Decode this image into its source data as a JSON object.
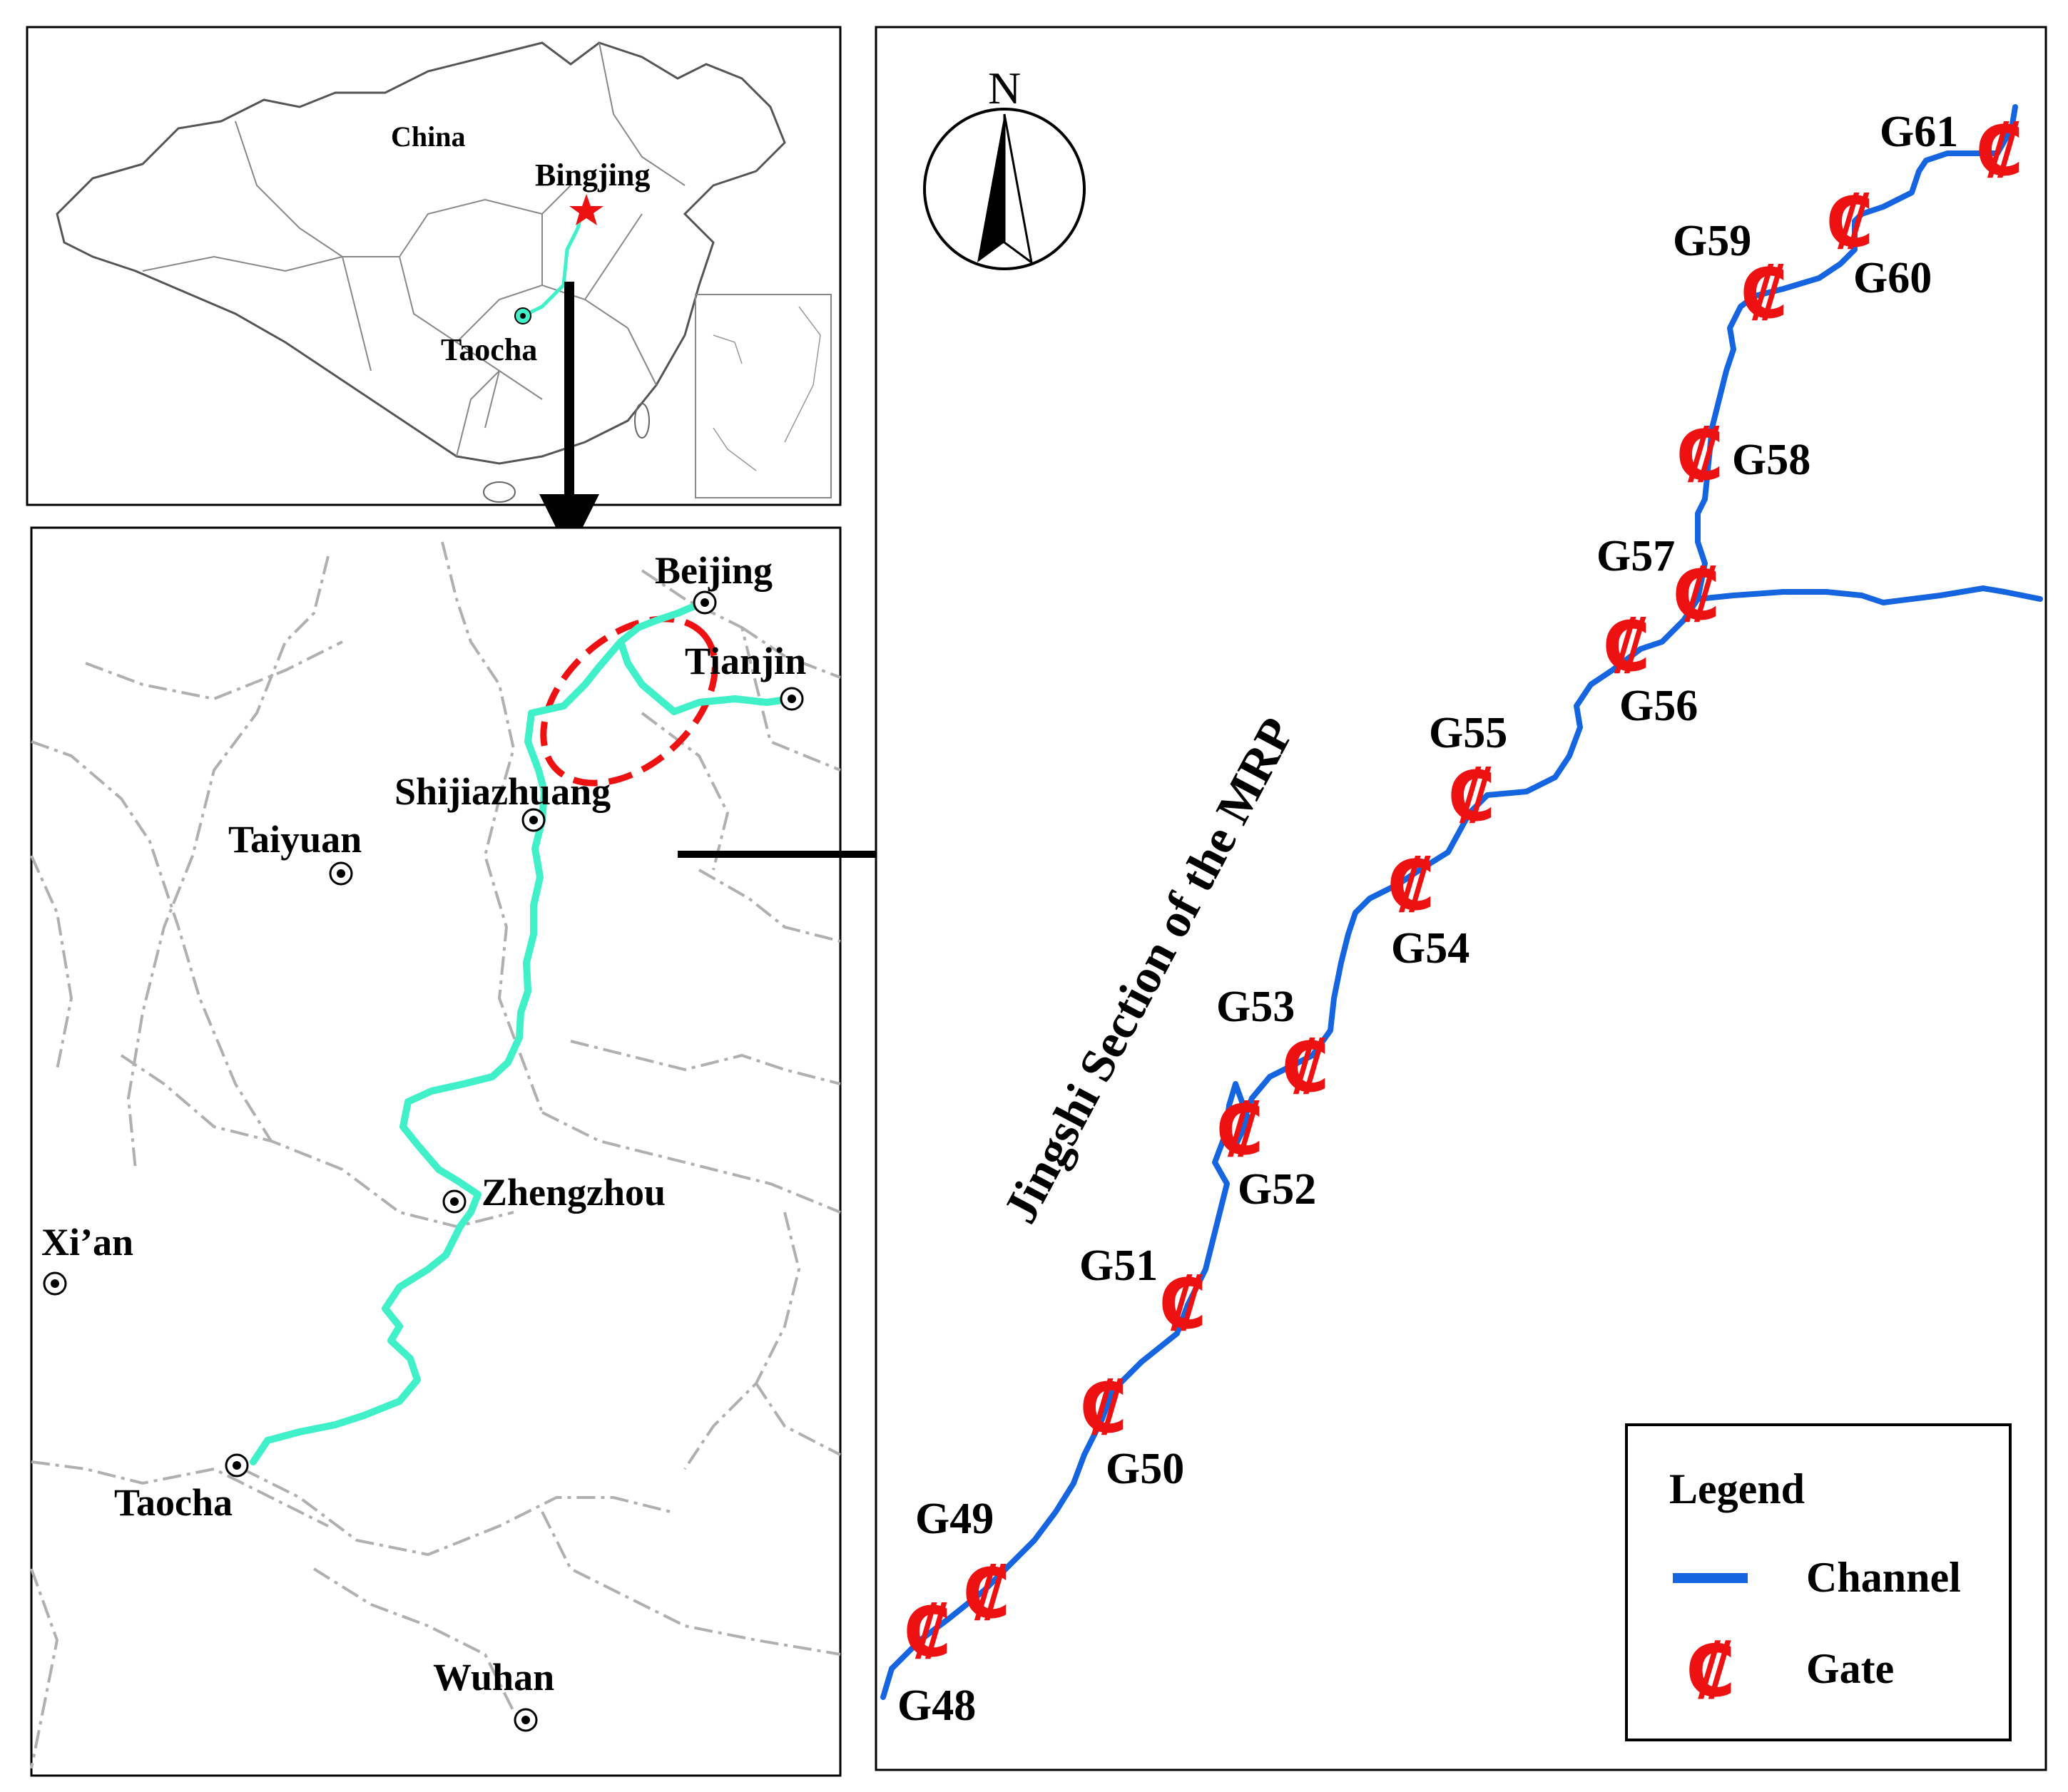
{
  "overview_map": {
    "country_label": "China",
    "capital_label": "Bingjing",
    "source_label": "Taocha"
  },
  "regional_map": {
    "cities": [
      {
        "key": "beijing",
        "label": "Beijing"
      },
      {
        "key": "tianjin",
        "label": "Tianjin"
      },
      {
        "key": "shijiazhuang",
        "label": "Shijiazhuang"
      },
      {
        "key": "taiyuan",
        "label": "Taiyuan"
      },
      {
        "key": "zhengzhou",
        "label": "Zhengzhou"
      },
      {
        "key": "xian",
        "label": "Xi’an"
      },
      {
        "key": "taocha",
        "label": "Taocha"
      },
      {
        "key": "wuhan",
        "label": "Wuhan"
      }
    ]
  },
  "detail_map": {
    "north_label": "N",
    "section_title": "Jingshi Section of the MRP",
    "gates": [
      "G48",
      "G49",
      "G50",
      "G51",
      "G52",
      "G53",
      "G54",
      "G55",
      "G56",
      "G57",
      "G58",
      "G59",
      "G60",
      "G61"
    ]
  },
  "legend": {
    "title": "Legend",
    "channel_label": "Channel",
    "gate_label": "Gate",
    "gate_symbol": "₡"
  },
  "colors": {
    "route": "#3ff0c8",
    "channel": "#1565e0",
    "gate": "#ee1111",
    "study_area": "#ee1111",
    "boundary": "#b0b0b0"
  }
}
